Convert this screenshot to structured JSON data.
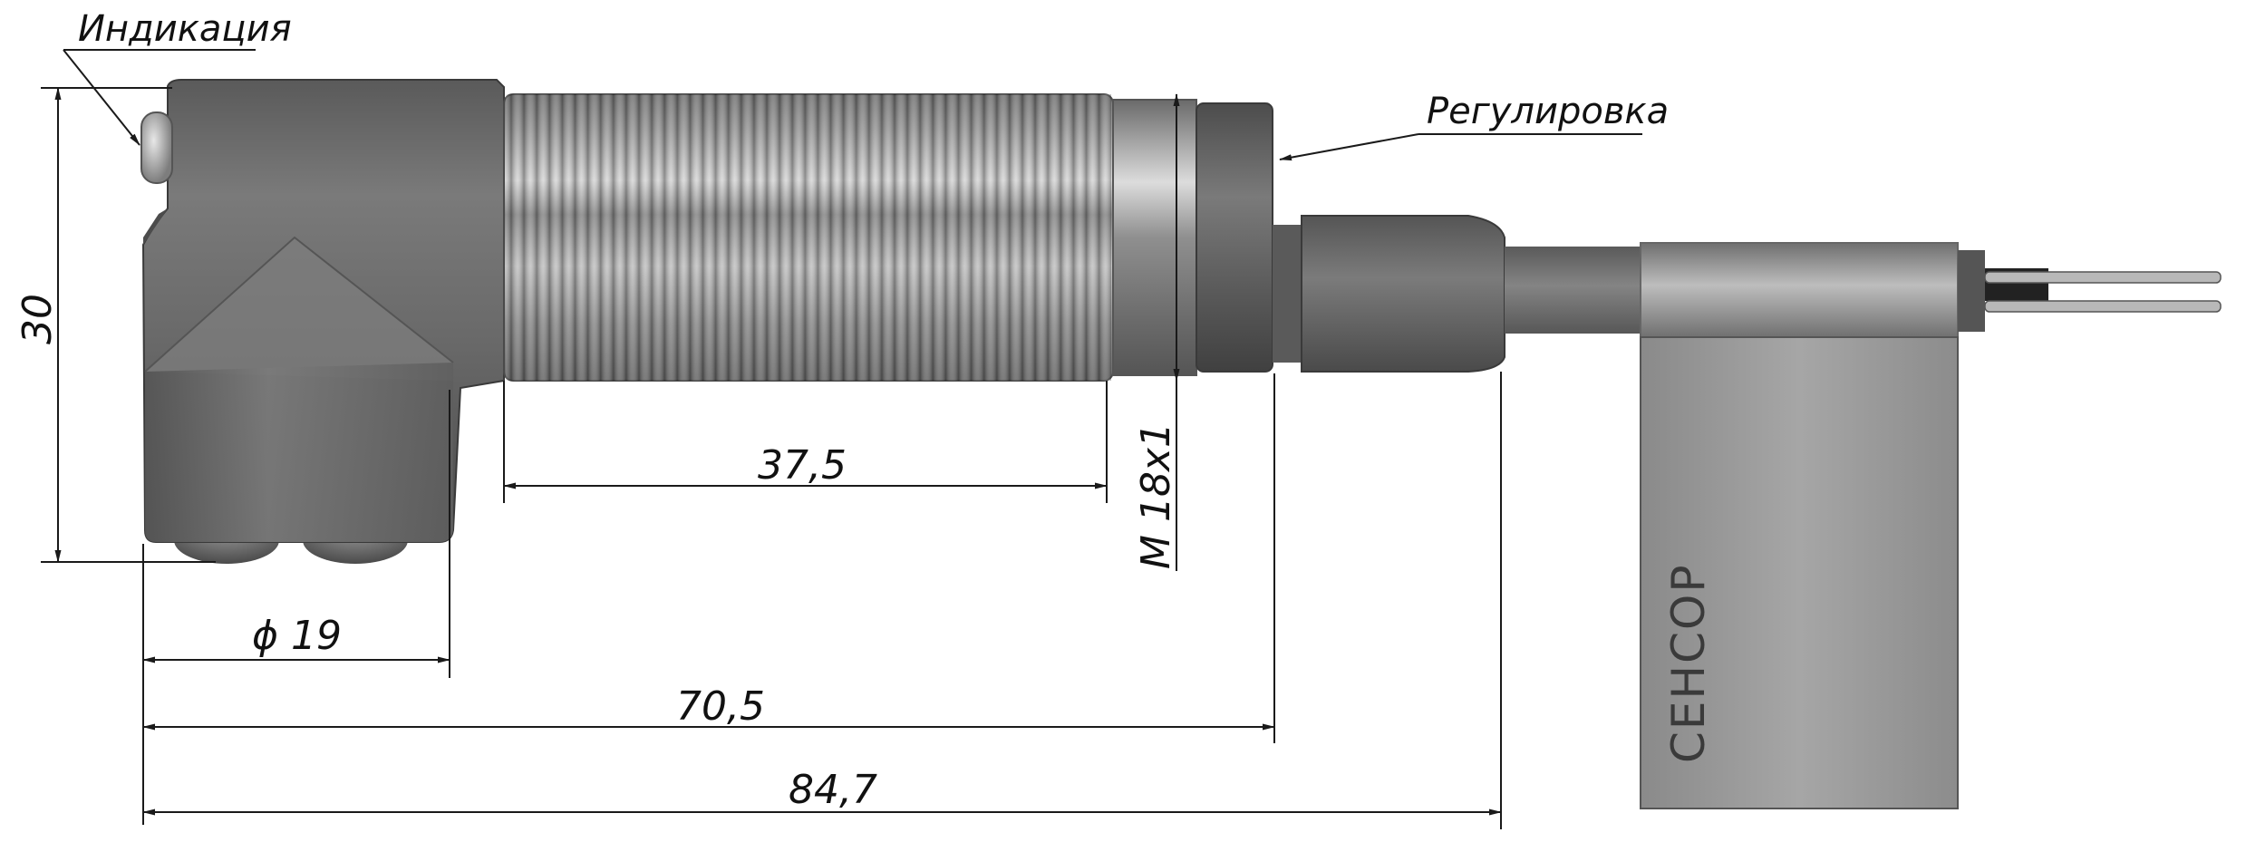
{
  "callouts": {
    "indication": "Индикация",
    "adjustment": "Регулировка"
  },
  "dimensions": {
    "height": "30",
    "thread_length": "37,5",
    "thread_spec": "М 18х1",
    "diameter": "ϕ 19",
    "length_body": "70,5",
    "length_total": "84,7"
  },
  "label": {
    "brand": "СЕНСОР"
  },
  "colors": {
    "housing": "#6c6c6c",
    "thread_metal": "#a8a8a8",
    "cable": "#6e6e6e",
    "wire_bright": "#c8c8c8",
    "tag": "#9c9c9c",
    "line": "#1a1a1a"
  }
}
